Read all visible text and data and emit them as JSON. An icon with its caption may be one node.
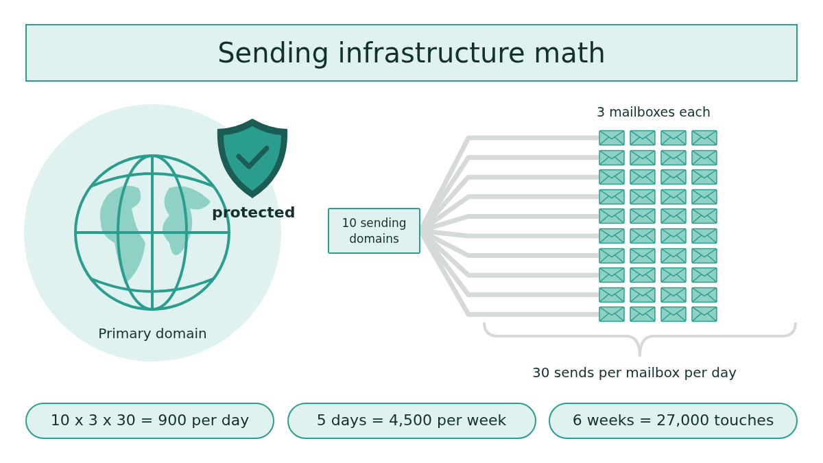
{
  "diagram": {
    "title": "Sending infrastructure math",
    "nodes": [
      {
        "text": [
          "Primary domain"
        ]
      },
      {
        "text": [
          "10 sending domains"
        ]
      },
      {
        "text": [],
        "shape": "envelope"
      },
      {
        "text": [],
        "shape": "envelope"
      },
      {
        "text": [],
        "shape": "envelope"
      },
      {
        "text": [],
        "shape": "envelope"
      },
      {
        "text": [],
        "shape": "envelope"
      },
      {
        "text": [],
        "shape": "envelope"
      },
      {
        "text": [],
        "shape": "envelope"
      },
      {
        "text": [],
        "shape": "envelope"
      },
      {
        "text": [],
        "shape": "envelope"
      },
      {
        "text": [],
        "shape": "envelope"
      },
      {
        "text": [
          "10 x 3 x 30 = 900 per day"
        ]
      },
      {
        "text": [
          "5 days = 4,500 per week"
        ]
      },
      {
        "text": [
          "6 weeks = 27,000 touches"
        ]
      }
    ],
    "edges": [
      {
        "from": 1,
        "to": 2,
        "arrow": "none"
      },
      {
        "from": 1,
        "to": 3,
        "arrow": "none"
      },
      {
        "from": 1,
        "to": 4,
        "arrow": "none"
      },
      {
        "from": 1,
        "to": 5,
        "arrow": "none"
      },
      {
        "from": 1,
        "to": 6,
        "arrow": "none"
      },
      {
        "from": 1,
        "to": 7,
        "arrow": "none"
      },
      {
        "from": 1,
        "to": 8,
        "arrow": "none"
      },
      {
        "from": 1,
        "to": 9,
        "arrow": "none"
      },
      {
        "from": 1,
        "to": 10,
        "arrow": "none"
      },
      {
        "from": 1,
        "to": 11,
        "arrow": "none"
      }
    ],
    "labels": [
      "protected",
      "3 mailboxes each",
      "30 sends per mailbox per day"
    ]
  }
}
